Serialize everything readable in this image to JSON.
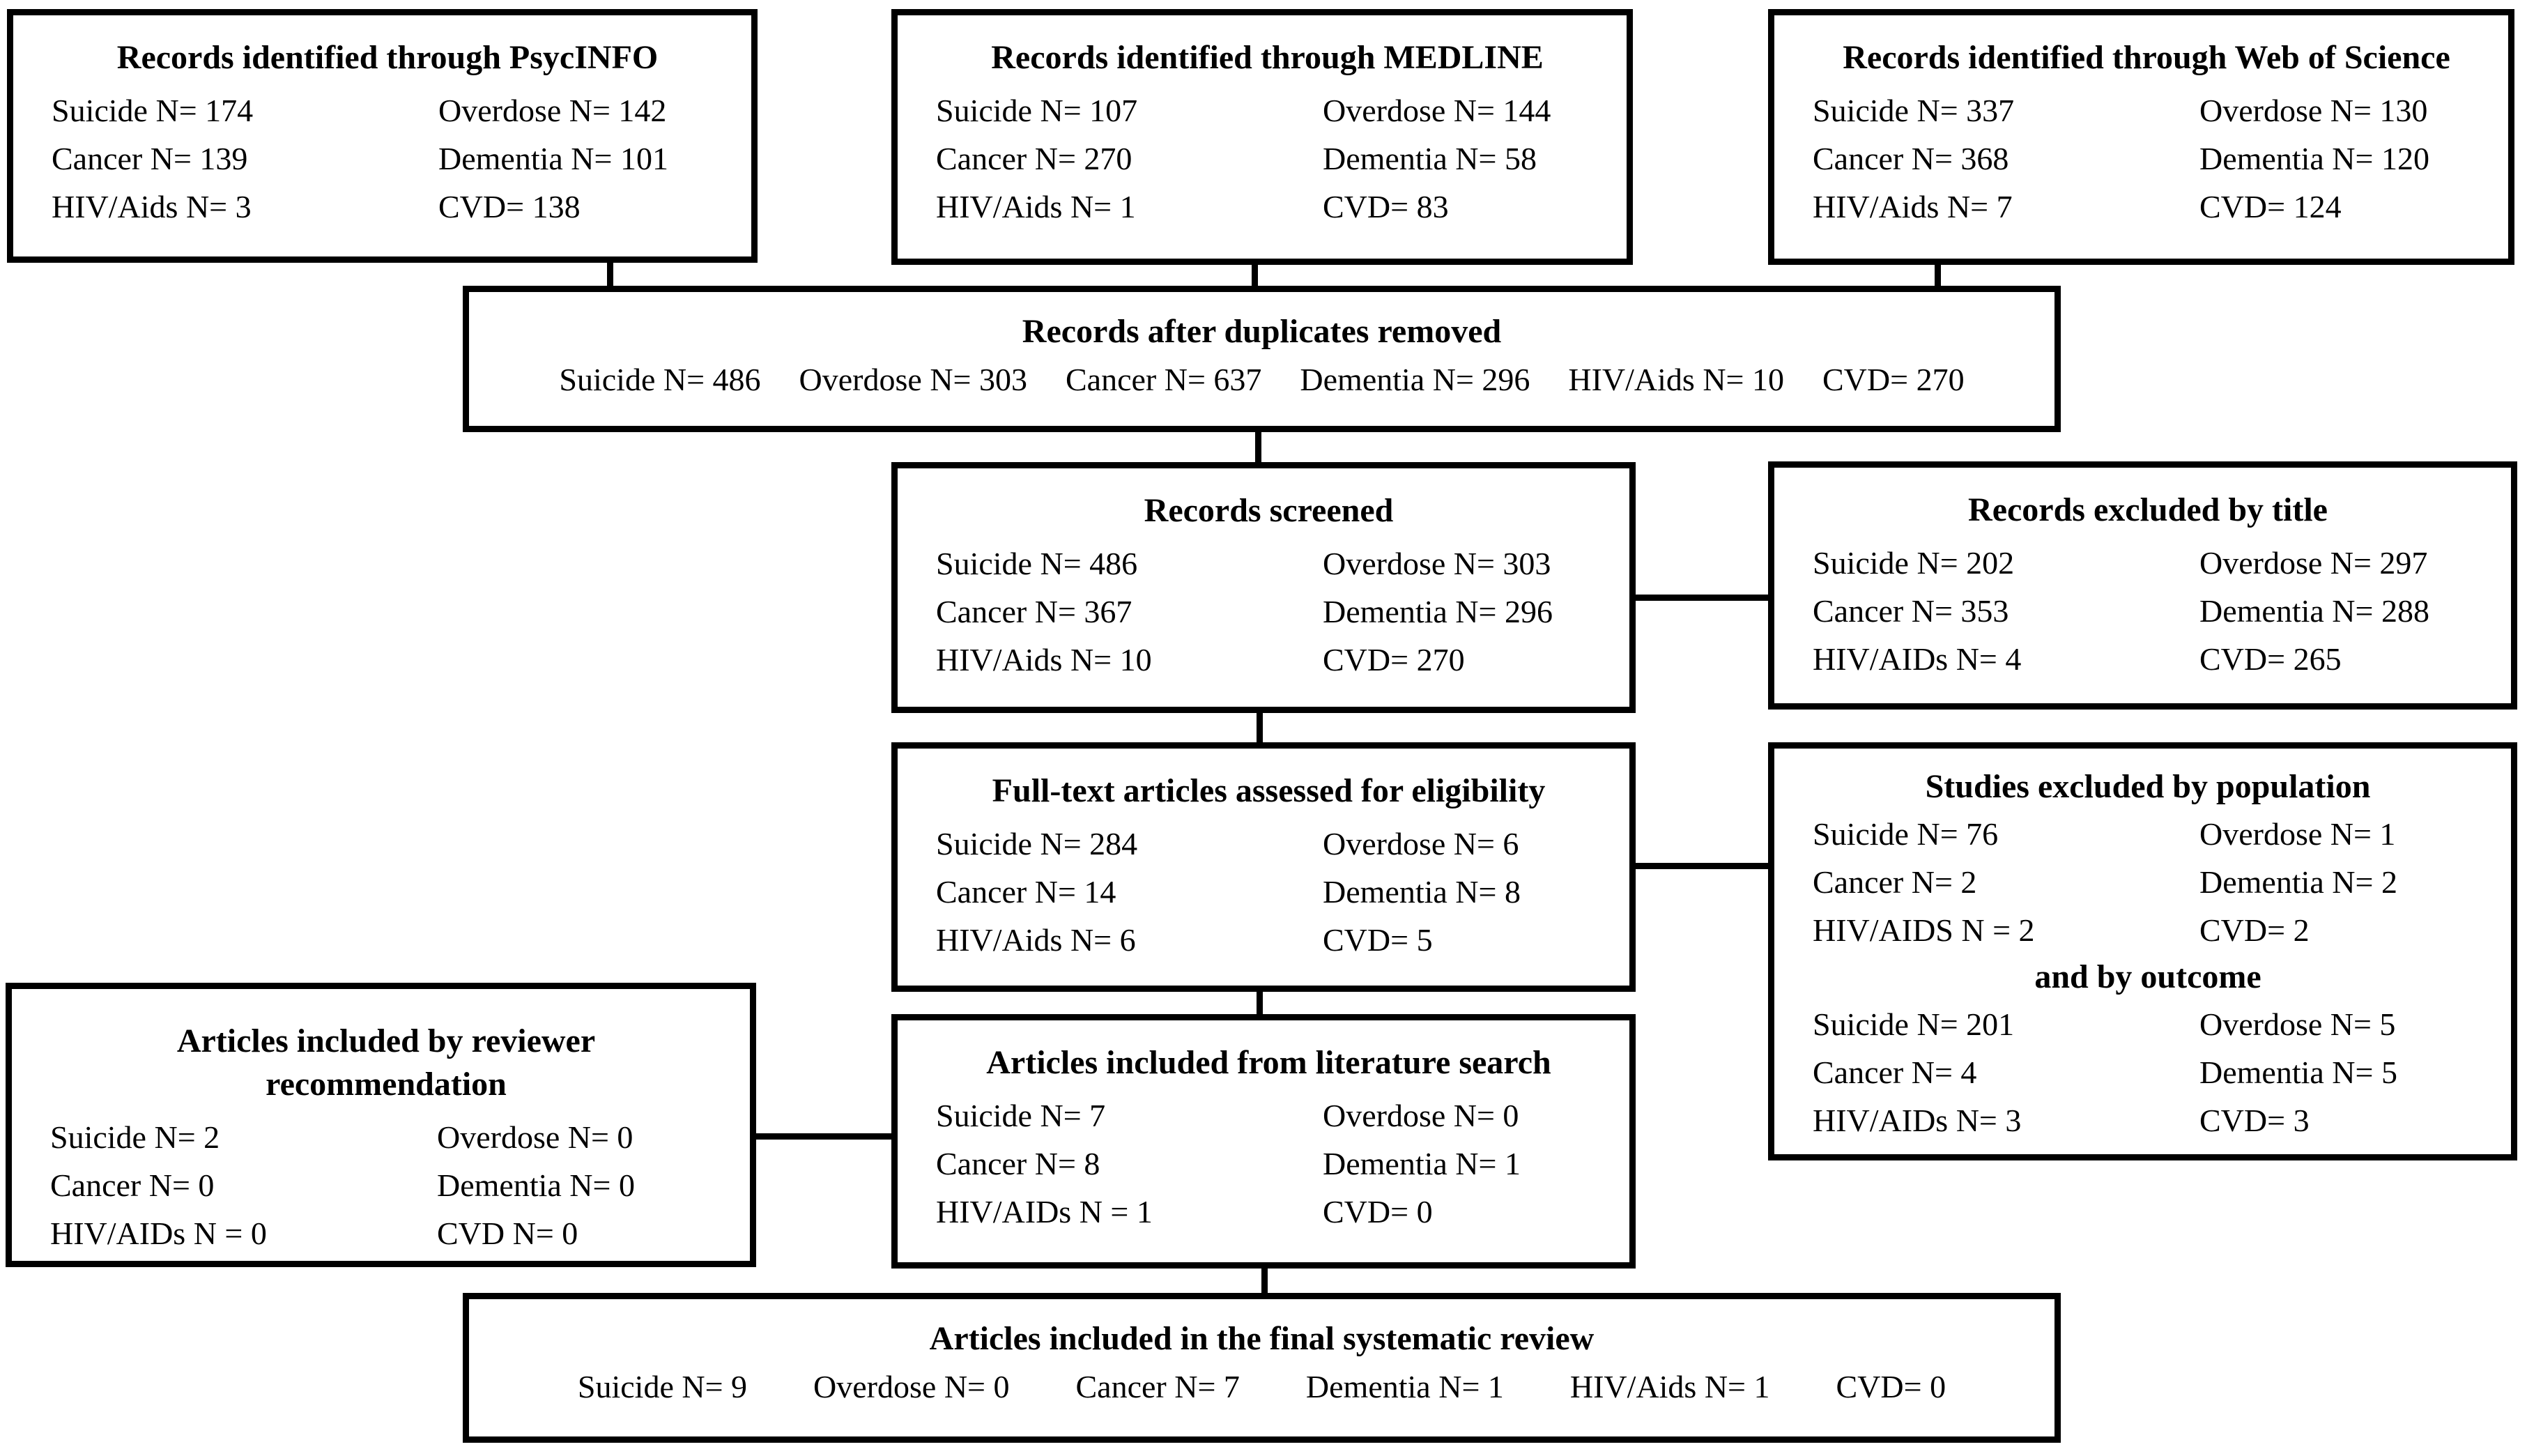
{
  "page": {
    "background_color": "#ffffff",
    "line_color": "#000000"
  },
  "boxes": {
    "psycinfo": {
      "title": "Records identified through PsycINFO",
      "items": [
        "Suicide N= 174",
        "Overdose N= 142",
        "Cancer N= 139",
        "Dementia N= 101",
        "HIV/Aids N= 3",
        "CVD= 138"
      ]
    },
    "medline": {
      "title": "Records identified through MEDLINE",
      "items": [
        "Suicide N= 107",
        "Overdose N= 144",
        "Cancer N= 270",
        "Dementia N= 58",
        "HIV/Aids N= 1",
        "CVD= 83"
      ]
    },
    "web_of_science": {
      "title": "Records identified through Web of Science",
      "items": [
        "Suicide N= 337",
        "Overdose N= 130",
        "Cancer N= 368",
        "Dementia N= 120",
        "HIV/Aids N= 7",
        "CVD= 124"
      ]
    },
    "after_duplicates": {
      "title": "Records after duplicates removed",
      "items": [
        "Suicide N= 486",
        "Overdose N= 303",
        "Cancer N= 637",
        "Dementia N= 296",
        "HIV/Aids N= 10",
        "CVD= 270"
      ]
    },
    "screened": {
      "title": "Records screened",
      "items": [
        "Suicide N= 486",
        "Overdose N= 303",
        "Cancer N= 367",
        "Dementia N= 296",
        "HIV/Aids N= 10",
        "CVD= 270"
      ]
    },
    "excluded_by_title": {
      "title": "Records excluded by title",
      "items": [
        "Suicide N= 202",
        "Overdose N= 297",
        "Cancer N= 353",
        "Dementia N= 288",
        "HIV/AIDs N= 4",
        "CVD= 265"
      ]
    },
    "full_text": {
      "title": "Full-text articles assessed for eligibility",
      "items": [
        "Suicide N= 284",
        "Overdose N= 6",
        "Cancer N= 14",
        "Dementia N= 8",
        "HIV/Aids N= 6",
        "CVD= 5"
      ]
    },
    "excluded_population": {
      "title": "Studies excluded by population",
      "items": [
        "Suicide N= 76",
        "Overdose N= 1",
        "Cancer N= 2",
        "Dementia N= 2",
        "HIV/AIDS N = 2",
        "CVD= 2"
      ],
      "subtitle": "and by outcome",
      "items2": [
        "Suicide N= 201",
        "Overdose N= 5",
        "Cancer N= 4",
        "Dementia N= 5",
        "HIV/AIDs N= 3",
        "CVD= 3"
      ]
    },
    "reviewer": {
      "title": "Articles included by reviewer recommendation",
      "items": [
        "Suicide N= 2",
        "Overdose N= 0",
        "Cancer N= 0",
        "Dementia N= 0",
        "HIV/AIDs N = 0",
        "CVD N= 0"
      ]
    },
    "literature_search": {
      "title": "Articles included from literature search",
      "items": [
        "Suicide N= 7",
        "Overdose N= 0",
        "Cancer N= 8",
        "Dementia N= 1",
        "HIV/AIDs N = 1",
        "CVD= 0"
      ]
    },
    "final": {
      "title": "Articles included in the final systematic review",
      "items": [
        "Suicide N= 9",
        "Overdose N= 0",
        "Cancer N= 7",
        "Dementia N= 1",
        "HIV/Aids N= 1",
        "CVD= 0"
      ]
    }
  }
}
